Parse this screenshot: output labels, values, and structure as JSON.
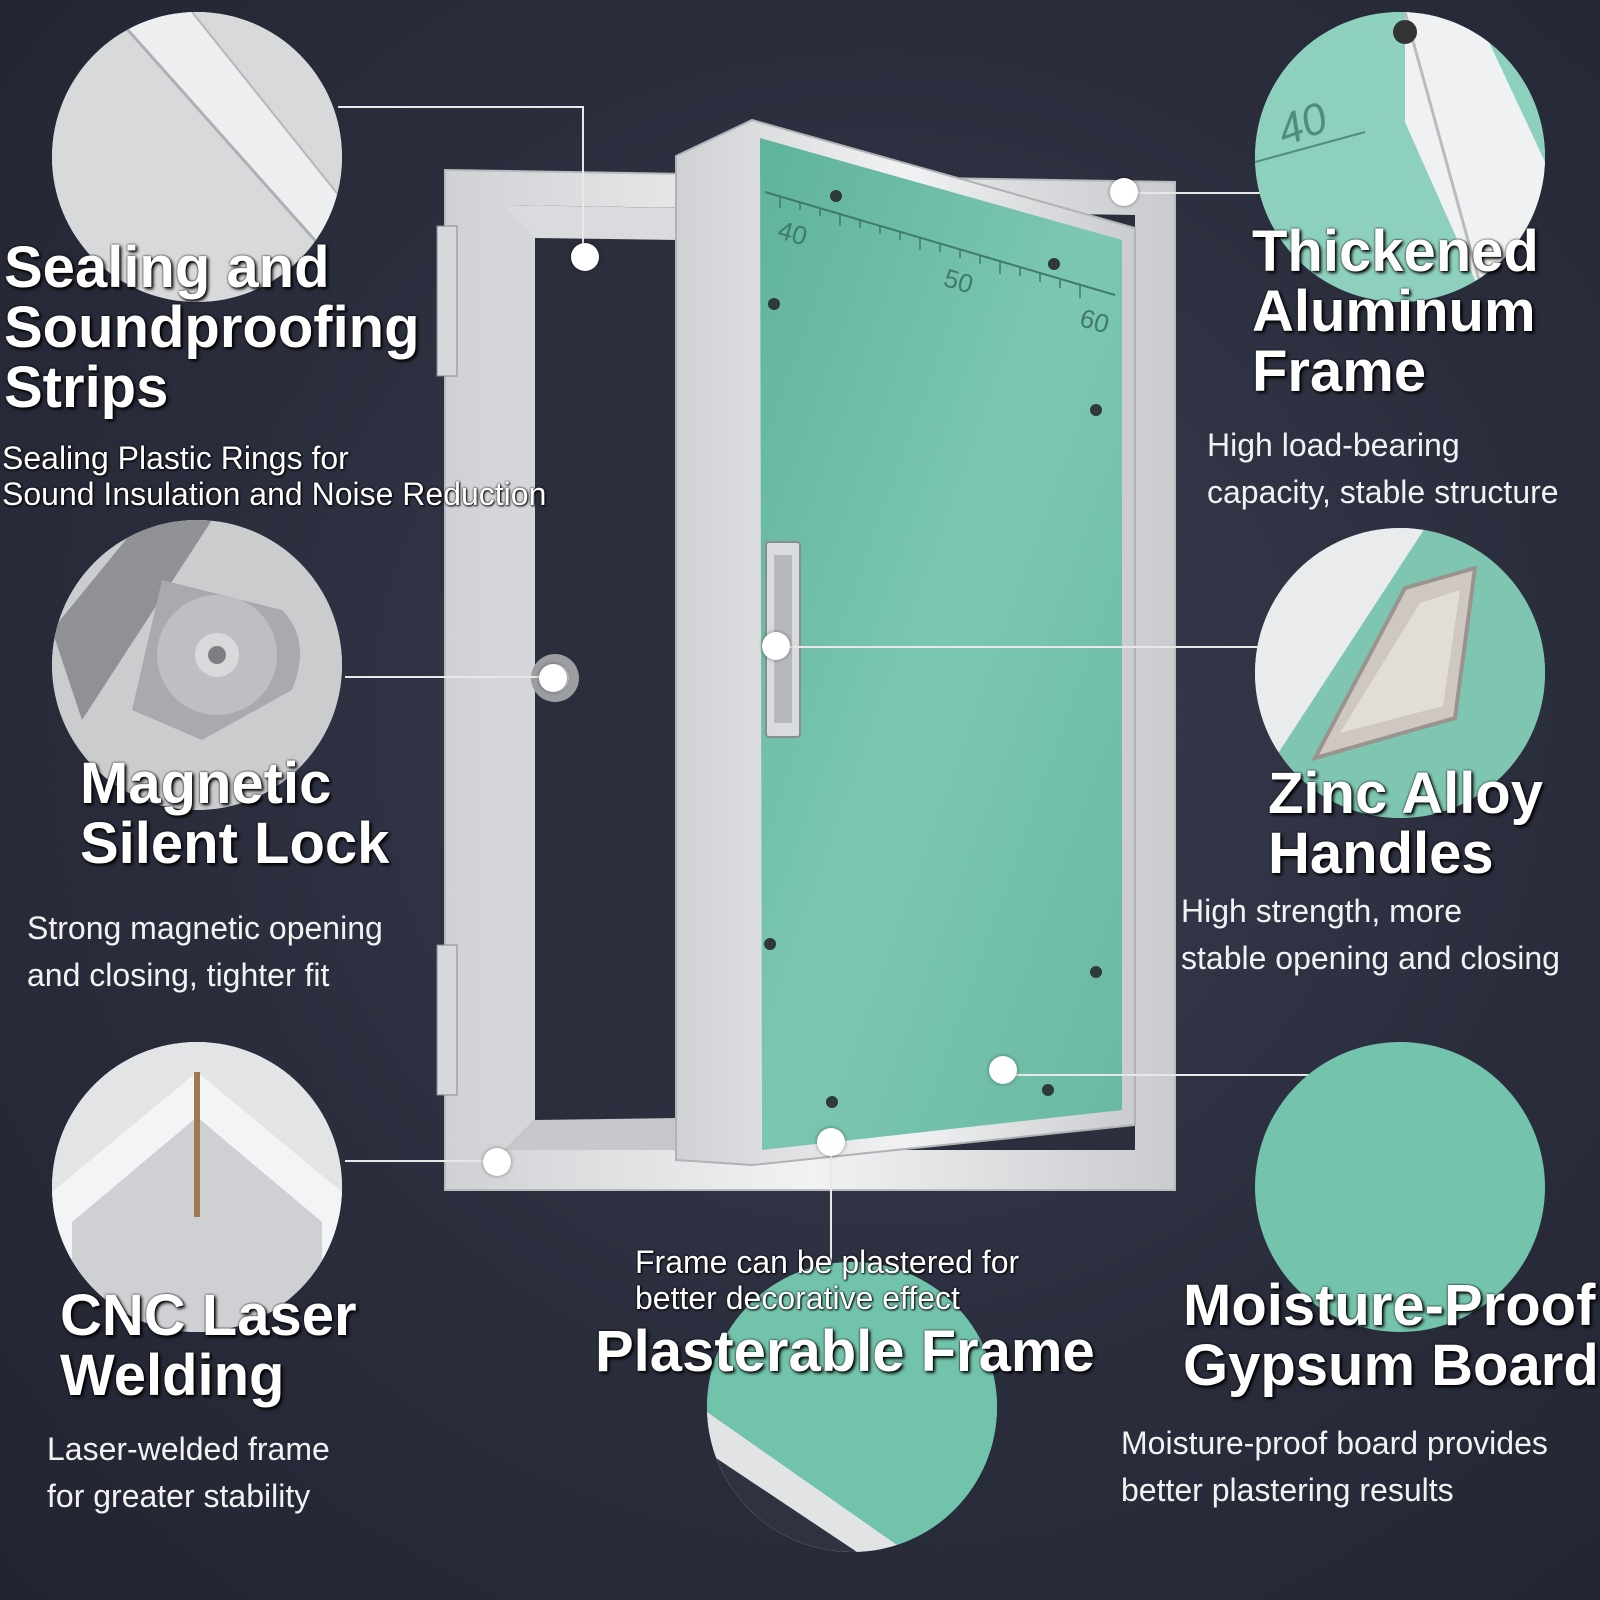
{
  "features": {
    "sealing": {
      "title": "Sealing and\nSoundproofing\nStrips",
      "desc": "Sealing Plastic Rings for\nSound Insulation and Noise Reduction"
    },
    "frame": {
      "title": "Thickened\nAluminum\nFrame",
      "desc": "High load-bearing\ncapacity, stable structure"
    },
    "lock": {
      "title": "Magnetic\nSilent Lock",
      "desc": "Strong magnetic opening\nand closing, tighter fit"
    },
    "handles": {
      "title": "Zinc Alloy\nHandles",
      "desc": "High strength, more\nstable opening and closing"
    },
    "welding": {
      "title": "CNC Laser\nWelding",
      "desc": "Laser-welded frame\nfor greater stability"
    },
    "plaster": {
      "title": "Plasterable Frame",
      "desc": "Frame can be plastered for\nbetter decorative effect"
    },
    "gypsum": {
      "title": "Moisture-Proof\nGypsum Board",
      "desc": "Moisture-proof board provides\nbetter plastering results"
    }
  },
  "ruler_marks": [
    "40",
    "50",
    "60"
  ],
  "zoom_ruler_mark": "40",
  "colors": {
    "background": "#2a2d3c",
    "gypsum_green": "#6fbfa8",
    "aluminum": "#e4e5e7"
  }
}
